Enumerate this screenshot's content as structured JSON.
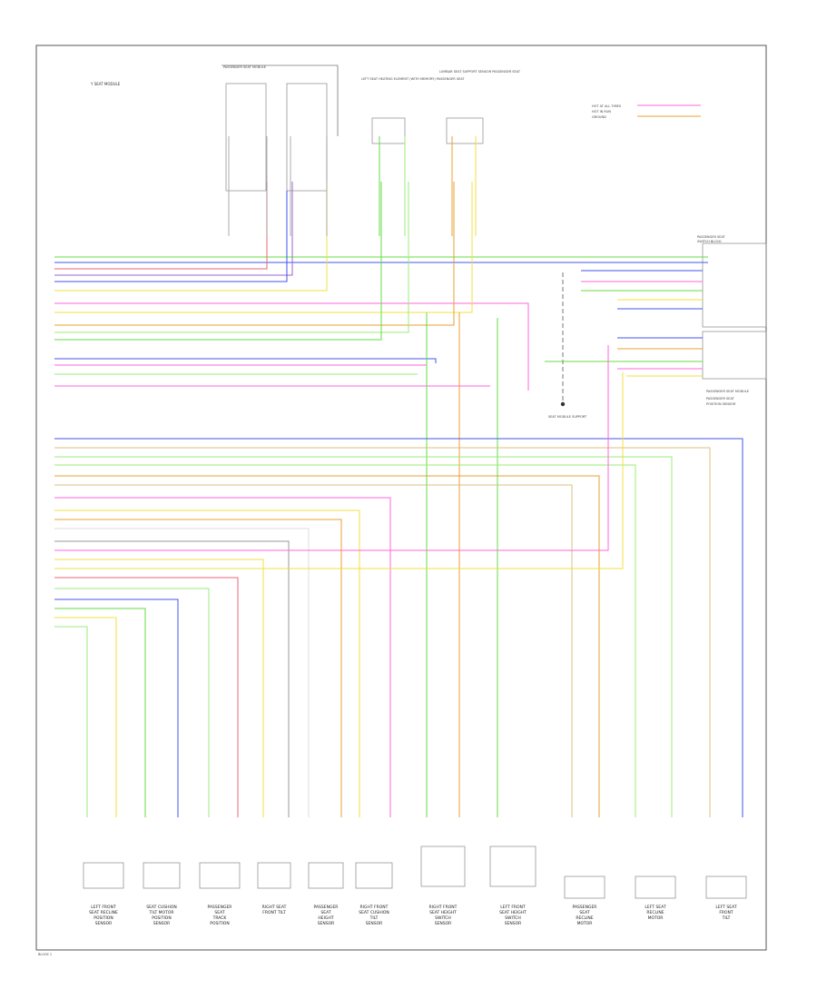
{
  "diagram": {
    "top_left_note": "Y SEAT MODULE",
    "footer_code": "BLOCK 1",
    "top_components": [
      {
        "id": "pass_seat_1",
        "label": "PASSENGER SEAT MODULE"
      },
      {
        "id": "lf_heated",
        "label": "LEFT SEAT HEATING ELEMENT (WITH MEMORY) PASSENGER SEAT"
      },
      {
        "id": "left_lumbar",
        "label": "LUMBAR SEAT SUPPORT SENSOR PASSENGER SEAT"
      }
    ],
    "right_notes": [
      {
        "id": "ground_legend",
        "lines": [
          "HOT AT ALL TIMES",
          "HOT IN RUN",
          "GROUND"
        ]
      },
      {
        "id": "mid_right_1",
        "lines": [
          "PASSENGER SEAT",
          "SWITCH BLOCK"
        ]
      },
      {
        "id": "mid_right_2",
        "lines": [
          "PASSENGER SEAT MODULE"
        ]
      },
      {
        "id": "lower_right",
        "lines": [
          "PASSENGER SEAT",
          "POSITION SENSOR"
        ]
      }
    ],
    "center_block_label": "SEAT MODULE SUPPORT",
    "bottom_components": [
      {
        "id": "b1",
        "lines": [
          "LEFT FRONT",
          "SEAT RECLINE",
          "POSITION",
          "SENSOR"
        ]
      },
      {
        "id": "b2",
        "lines": [
          "SEAT CUSHION",
          "TILT MOTOR",
          "POSITION",
          "SENSOR"
        ]
      },
      {
        "id": "b3",
        "lines": [
          "PASSENGER",
          "SEAT",
          "TRACK",
          "POSITION"
        ]
      },
      {
        "id": "b4",
        "lines": [
          "RIGHT SEAT",
          "FRONT TILT"
        ]
      },
      {
        "id": "b5",
        "lines": [
          "PASSENGER",
          "SEAT",
          "HEIGHT",
          "SENSOR"
        ]
      },
      {
        "id": "b6",
        "lines": [
          "RIGHT FRONT",
          "SEAT CUSHION",
          "TILT",
          "SENSOR"
        ]
      },
      {
        "id": "b7",
        "lines": [
          "RIGHT FRONT",
          "SEAT HEIGHT",
          "SWITCH",
          "SENSOR"
        ]
      },
      {
        "id": "b8",
        "lines": [
          "LEFT FRONT",
          "SEAT HEIGHT",
          "SWITCH",
          "SENSOR"
        ]
      },
      {
        "id": "b9",
        "lines": [
          "PASSENGER",
          "SEAT",
          "RECLINE",
          "MOTOR"
        ]
      },
      {
        "id": "b10",
        "lines": [
          "LEFT SEAT",
          "RECLINE",
          "MOTOR"
        ]
      },
      {
        "id": "b11",
        "lines": [
          "LEFT SEAT",
          "FRONT",
          "TILT"
        ]
      }
    ],
    "colors": {
      "frame": "#555555",
      "wire_green": "#66dd44",
      "wire_blue": "#4455ee",
      "wire_pink": "#ff66dd",
      "wire_yellow": "#f0e040",
      "wire_orange": "#e8a030",
      "wire_red": "#ee6677",
      "wire_gray": "#999999",
      "wire_lightgreen": "#99ee77",
      "wire_tan": "#d8c080",
      "wire_violet": "#9966cc"
    }
  }
}
